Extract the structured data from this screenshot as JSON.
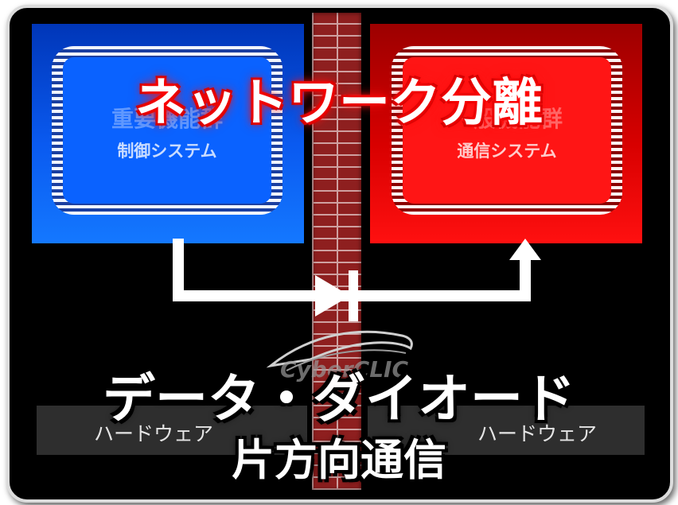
{
  "title": "ネットワーク分離",
  "left_system": {
    "title": "重要機能群",
    "name": "制御システム",
    "color": "#0a62ff"
  },
  "right_system": {
    "title": "一般機能群",
    "name": "通信システム",
    "color": "#ff1515"
  },
  "diode_label": "データ・ダイオード",
  "caption": "片方向通信",
  "hardware": {
    "left": "ハードウェア",
    "right": "ハードウェア"
  },
  "logo_text": "CyberCLIC"
}
